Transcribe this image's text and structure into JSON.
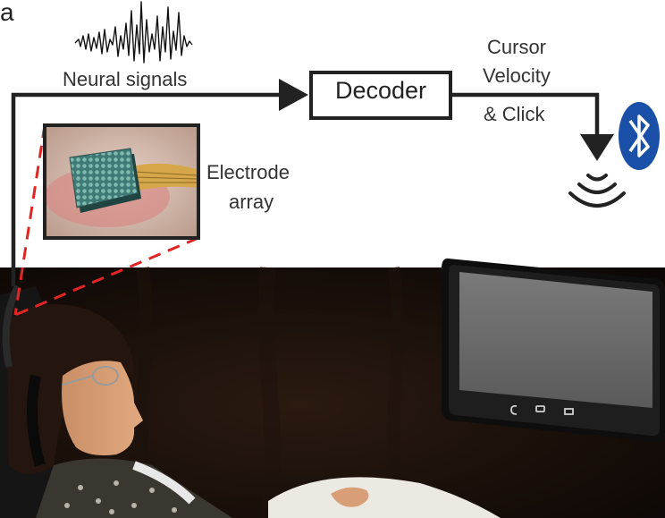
{
  "figure": {
    "panel_letter": "a",
    "signal_label": "Neural signals",
    "decoder_label": "Decoder",
    "output_label_lines": [
      "Cursor",
      "Velocity",
      "& Click"
    ],
    "electrode_label_lines": [
      "Electrode",
      "array"
    ]
  },
  "icons": [
    "bluetooth-icon",
    "wireless-signal-icon",
    "electrode-array-photo",
    "neural-spike-trace",
    "tablet-home-navigation-icons"
  ],
  "colors": {
    "accent_dashed": "#e02525",
    "bluetooth_blue": "#1a50a8",
    "arrow_black": "#222222",
    "photo_background": "#120b08"
  }
}
